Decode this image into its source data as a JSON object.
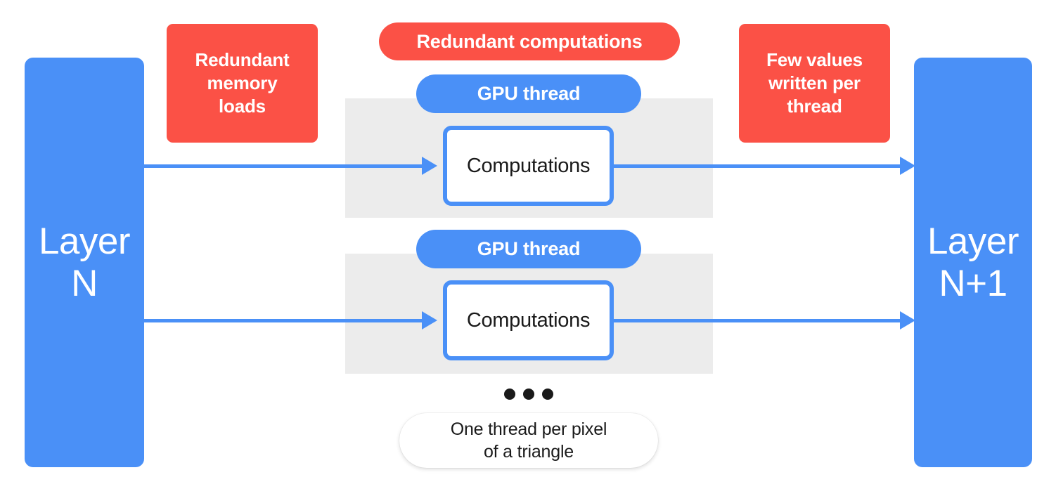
{
  "diagram": {
    "title": "GPU thread redundancy diagram",
    "colors": {
      "blue": "#4a90f7",
      "red": "#fb5146",
      "gray_band": "#ececec",
      "white": "#ffffff",
      "text_dark": "#1a1a1a"
    },
    "layers": {
      "input": {
        "label": "Layer\nN"
      },
      "output": {
        "label": "Layer\nN+1"
      }
    },
    "callouts": {
      "left": {
        "label": "Redundant\nmemory\nloads"
      },
      "top": {
        "label": "Redundant computations"
      },
      "right": {
        "label": "Few values\nwritten per\nthread"
      }
    },
    "threads": [
      {
        "pill_label": "GPU thread",
        "box_label": "Computations"
      },
      {
        "pill_label": "GPU thread",
        "box_label": "Computations"
      }
    ],
    "ellipsis": {
      "dot_count": 3
    },
    "caption": {
      "label": "One thread per pixel\nof a triangle"
    }
  }
}
